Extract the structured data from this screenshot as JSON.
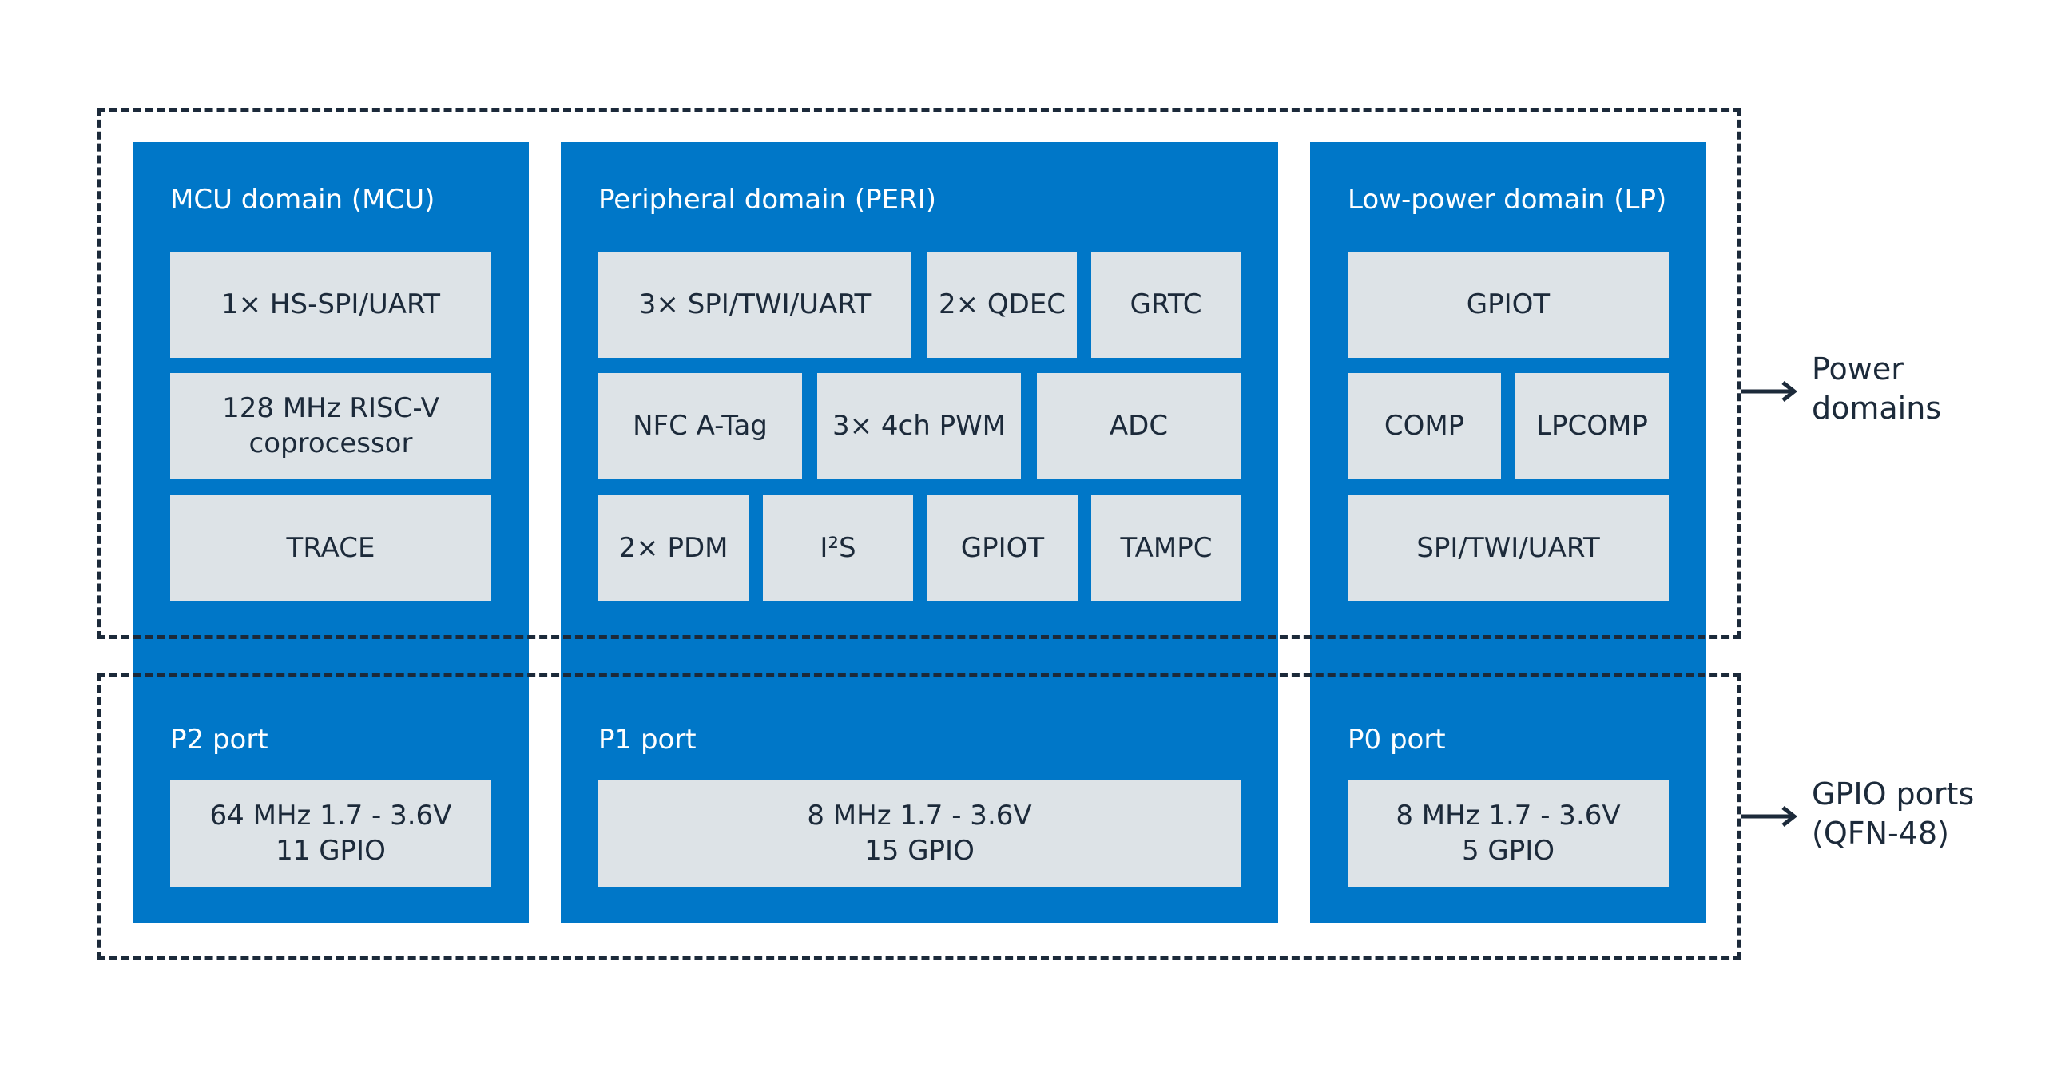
{
  "domains": {
    "mcu": {
      "title": "MCU domain (MCU)",
      "blocks": [
        "1× HS-SPI/UART",
        "128 MHz RISC-V\ncoprocessor",
        "TRACE"
      ],
      "port_title": "P2 port",
      "port_block": "64 MHz 1.7 - 3.6V\n11 GPIO"
    },
    "peri": {
      "title": "Peripheral domain (PERI)",
      "row1": [
        "3× SPI/TWI/UART",
        "2× QDEC",
        "GRTC"
      ],
      "row2": [
        "NFC A-Tag",
        "3× 4ch PWM",
        "ADC"
      ],
      "row3": [
        "2× PDM",
        "I²S",
        "GPIOT",
        "TAMPC"
      ],
      "port_title": "P1 port",
      "port_block": "8 MHz 1.7 - 3.6V\n15 GPIO"
    },
    "lp": {
      "title": "Low-power domain (LP)",
      "row1": [
        "GPIOT"
      ],
      "row2": [
        "COMP",
        "LPCOMP"
      ],
      "row3": [
        "SPI/TWI/UART"
      ],
      "port_title": "P0 port",
      "port_block": "8 MHz 1.7 - 3.6V\n5 GPIO"
    }
  },
  "labels": {
    "power_domains": "Power\ndomains",
    "gpio_ports": "GPIO ports\n(QFN-48)"
  },
  "colors": {
    "domain_blue": "#0077c8",
    "block_gray": "#dde3e7",
    "text_dark": "#1c2a3a"
  }
}
